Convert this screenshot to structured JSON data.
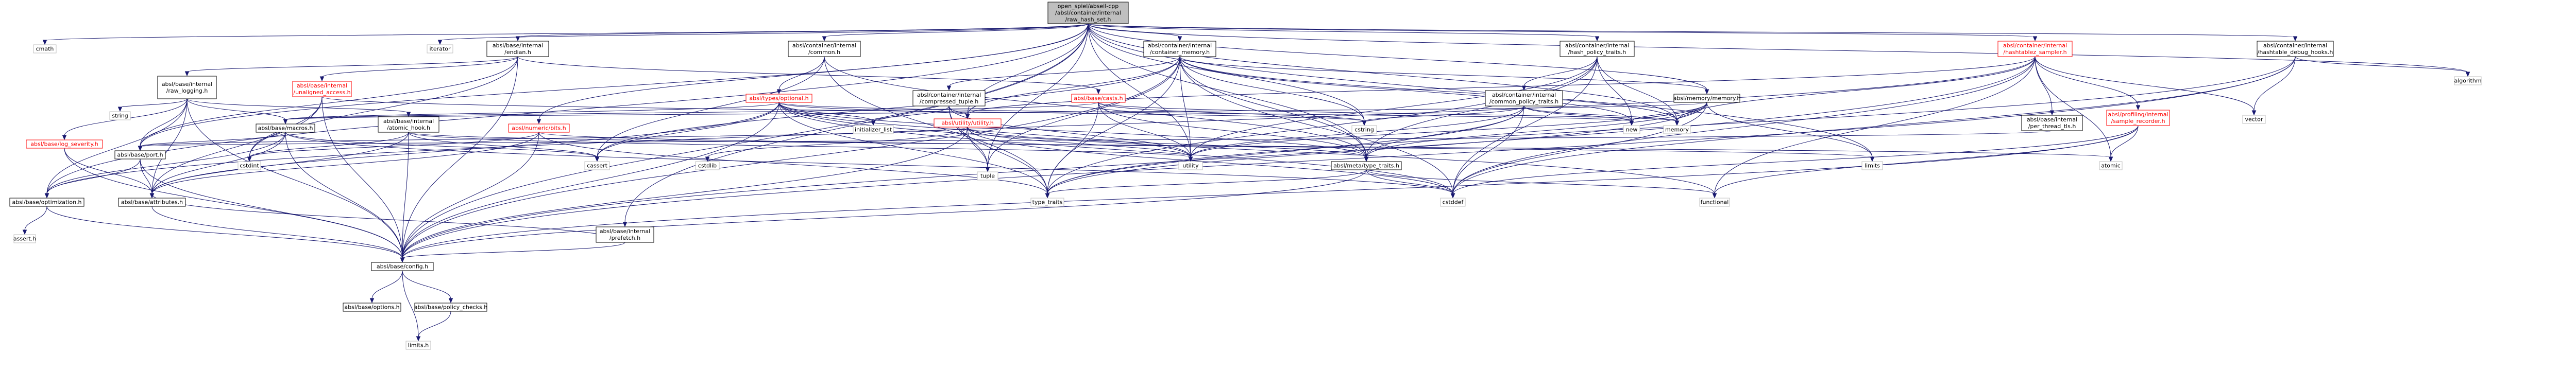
{
  "colors": {
    "edge": "#191970",
    "root_fill": "#bfbfbf",
    "box_stroke": "#000000",
    "missing_stroke": "#ff0000",
    "system_stroke": "#bfbfbf"
  },
  "nodes": [
    {
      "id": "root",
      "lines": [
        "open_spiel/abseil-cpp",
        "/absl/container/internal",
        "/raw_hash_set.h"
      ],
      "kind": "root"
    },
    {
      "id": "cmath",
      "lines": [
        "cmath"
      ],
      "kind": "system"
    },
    {
      "id": "iterator",
      "lines": [
        "iterator"
      ],
      "kind": "system"
    },
    {
      "id": "endian",
      "lines": [
        "absl/base/internal",
        "/endian.h"
      ],
      "kind": "file"
    },
    {
      "id": "container_common",
      "lines": [
        "absl/container/internal",
        "/common.h"
      ],
      "kind": "file"
    },
    {
      "id": "container_memory",
      "lines": [
        "absl/container/internal",
        "/container_memory.h"
      ],
      "kind": "file"
    },
    {
      "id": "hash_policy_traits",
      "lines": [
        "absl/container/internal",
        "/hash_policy_traits.h"
      ],
      "kind": "file"
    },
    {
      "id": "hashtablez_sampler",
      "lines": [
        "absl/container/internal",
        "/hashtablez_sampler.h"
      ],
      "kind": "missing"
    },
    {
      "id": "hashtable_debug_hooks",
      "lines": [
        "absl/container/internal",
        "/hashtable_debug_hooks.h"
      ],
      "kind": "file"
    },
    {
      "id": "algorithm",
      "lines": [
        "algorithm"
      ],
      "kind": "system"
    },
    {
      "id": "raw_logging",
      "lines": [
        "absl/base/internal",
        "/raw_logging.h"
      ],
      "kind": "file"
    },
    {
      "id": "unaligned_access",
      "lines": [
        "absl/base/internal",
        "/unaligned_access.h"
      ],
      "kind": "missing"
    },
    {
      "id": "types_optional",
      "lines": [
        "absl/types/optional.h"
      ],
      "kind": "missing"
    },
    {
      "id": "compressed_tuple",
      "lines": [
        "absl/container/internal",
        "/compressed_tuple.h"
      ],
      "kind": "file"
    },
    {
      "id": "casts",
      "lines": [
        "absl/base/casts.h"
      ],
      "kind": "missing"
    },
    {
      "id": "common_policy_traits",
      "lines": [
        "absl/container/internal",
        "/common_policy_traits.h"
      ],
      "kind": "file"
    },
    {
      "id": "memory_memory",
      "lines": [
        "absl/memory/memory.h"
      ],
      "kind": "file"
    },
    {
      "id": "per_thread_tls",
      "lines": [
        "absl/base/internal",
        "/per_thread_tls.h"
      ],
      "kind": "file"
    },
    {
      "id": "sample_recorder",
      "lines": [
        "absl/profiling/internal",
        "/sample_recorder.h"
      ],
      "kind": "missing"
    },
    {
      "id": "vector",
      "lines": [
        "vector"
      ],
      "kind": "system"
    },
    {
      "id": "string",
      "lines": [
        "string"
      ],
      "kind": "system"
    },
    {
      "id": "log_severity",
      "lines": [
        "absl/base/log_severity.h"
      ],
      "kind": "missing"
    },
    {
      "id": "macros",
      "lines": [
        "absl/base/macros.h"
      ],
      "kind": "file"
    },
    {
      "id": "atomic_hook",
      "lines": [
        "absl/base/internal",
        "/atomic_hook.h"
      ],
      "kind": "file"
    },
    {
      "id": "numeric_bits",
      "lines": [
        "absl/numeric/bits.h"
      ],
      "kind": "missing"
    },
    {
      "id": "initializer_list",
      "lines": [
        "initializer_list"
      ],
      "kind": "system"
    },
    {
      "id": "utility_utility",
      "lines": [
        "absl/utility/utility.h"
      ],
      "kind": "missing"
    },
    {
      "id": "cstring",
      "lines": [
        "cstring"
      ],
      "kind": "system"
    },
    {
      "id": "new",
      "lines": [
        "new"
      ],
      "kind": "system"
    },
    {
      "id": "memory",
      "lines": [
        "memory"
      ],
      "kind": "system"
    },
    {
      "id": "port",
      "lines": [
        "absl/base/port.h"
      ],
      "kind": "file"
    },
    {
      "id": "cstdint",
      "lines": [
        "cstdint"
      ],
      "kind": "system"
    },
    {
      "id": "cassert",
      "lines": [
        "cassert"
      ],
      "kind": "system"
    },
    {
      "id": "cstdlib",
      "lines": [
        "cstdlib"
      ],
      "kind": "system"
    },
    {
      "id": "tuple",
      "lines": [
        "tuple"
      ],
      "kind": "system"
    },
    {
      "id": "utility",
      "lines": [
        "utility"
      ],
      "kind": "system"
    },
    {
      "id": "limits",
      "lines": [
        "limits"
      ],
      "kind": "system"
    },
    {
      "id": "atomic",
      "lines": [
        "atomic"
      ],
      "kind": "system"
    },
    {
      "id": "optimization",
      "lines": [
        "absl/base/optimization.h"
      ],
      "kind": "file"
    },
    {
      "id": "attributes",
      "lines": [
        "absl/base/attributes.h"
      ],
      "kind": "file"
    },
    {
      "id": "prefetch",
      "lines": [
        "absl/base/internal",
        "/prefetch.h"
      ],
      "kind": "file"
    },
    {
      "id": "type_traits_h",
      "lines": [
        "absl/meta/type_traits.h"
      ],
      "kind": "file"
    },
    {
      "id": "type_traits",
      "lines": [
        "type_traits"
      ],
      "kind": "system"
    },
    {
      "id": "cstddef",
      "lines": [
        "cstddef"
      ],
      "kind": "system"
    },
    {
      "id": "functional",
      "lines": [
        "functional"
      ],
      "kind": "system"
    },
    {
      "id": "assert_h",
      "lines": [
        "assert.h"
      ],
      "kind": "system"
    },
    {
      "id": "config",
      "lines": [
        "absl/base/config.h"
      ],
      "kind": "file"
    },
    {
      "id": "options",
      "lines": [
        "absl/base/options.h"
      ],
      "kind": "file"
    },
    {
      "id": "policy_checks",
      "lines": [
        "absl/base/policy_checks.h"
      ],
      "kind": "file"
    },
    {
      "id": "limits_h",
      "lines": [
        "limits.h"
      ],
      "kind": "system"
    }
  ],
  "edges": [
    [
      "root",
      "cmath"
    ],
    [
      "root",
      "iterator"
    ],
    [
      "root",
      "endian"
    ],
    [
      "root",
      "container_common"
    ],
    [
      "root",
      "container_memory"
    ],
    [
      "root",
      "hash_policy_traits"
    ],
    [
      "root",
      "hashtablez_sampler"
    ],
    [
      "root",
      "hashtable_debug_hooks"
    ],
    [
      "root",
      "algorithm"
    ],
    [
      "root",
      "optimization"
    ],
    [
      "root",
      "port"
    ],
    [
      "root",
      "prefetch"
    ],
    [
      "root",
      "numeric_bits"
    ],
    [
      "root",
      "memory_memory"
    ],
    [
      "root",
      "type_traits_h"
    ],
    [
      "root",
      "utility_utility"
    ],
    [
      "root",
      "cstring"
    ],
    [
      "root",
      "memory"
    ],
    [
      "root",
      "tuple"
    ],
    [
      "root",
      "utility"
    ],
    [
      "root",
      "limits"
    ],
    [
      "root",
      "config"
    ],
    [
      "root",
      "endian"
    ],
    [
      "endian",
      "raw_logging"
    ],
    [
      "endian",
      "unaligned_access"
    ],
    [
      "endian",
      "casts"
    ],
    [
      "endian",
      "port"
    ],
    [
      "endian",
      "config"
    ],
    [
      "endian",
      "cstdint"
    ],
    [
      "raw_logging",
      "string"
    ],
    [
      "raw_logging",
      "log_severity"
    ],
    [
      "raw_logging",
      "macros"
    ],
    [
      "raw_logging",
      "atomic_hook"
    ],
    [
      "raw_logging",
      "attributes"
    ],
    [
      "raw_logging",
      "config"
    ],
    [
      "raw_logging",
      "port"
    ],
    [
      "raw_logging",
      "optimization"
    ],
    [
      "unaligned_access",
      "cstring"
    ],
    [
      "unaligned_access",
      "cstdint"
    ],
    [
      "unaligned_access",
      "attributes"
    ],
    [
      "unaligned_access",
      "config"
    ],
    [
      "log_severity",
      "attributes"
    ],
    [
      "log_severity",
      "config"
    ],
    [
      "macros",
      "cassert"
    ],
    [
      "macros",
      "cstddef"
    ],
    [
      "macros",
      "attributes"
    ],
    [
      "macros",
      "config"
    ],
    [
      "macros",
      "optimization"
    ],
    [
      "macros",
      "port"
    ],
    [
      "atomic_hook",
      "atomic"
    ],
    [
      "atomic_hook",
      "cassert"
    ],
    [
      "atomic_hook",
      "cstdint"
    ],
    [
      "atomic_hook",
      "utility"
    ],
    [
      "atomic_hook",
      "attributes"
    ],
    [
      "atomic_hook",
      "config"
    ],
    [
      "port",
      "attributes"
    ],
    [
      "port",
      "config"
    ],
    [
      "port",
      "optimization"
    ],
    [
      "optimization",
      "assert_h"
    ],
    [
      "optimization",
      "config"
    ],
    [
      "attributes",
      "config"
    ],
    [
      "config",
      "options"
    ],
    [
      "config",
      "policy_checks"
    ],
    [
      "config",
      "limits_h"
    ],
    [
      "policy_checks",
      "limits_h"
    ],
    [
      "container_common",
      "cassert"
    ],
    [
      "container_common",
      "type_traits"
    ],
    [
      "container_common",
      "type_traits_h"
    ],
    [
      "container_common",
      "types_optional"
    ],
    [
      "types_optional",
      "utility_utility"
    ],
    [
      "types_optional",
      "type_traits_h"
    ],
    [
      "types_optional",
      "attributes"
    ],
    [
      "types_optional",
      "macros"
    ],
    [
      "types_optional",
      "config"
    ],
    [
      "types_optional",
      "initializer_list"
    ],
    [
      "types_optional",
      "cassert"
    ],
    [
      "types_optional",
      "functional"
    ],
    [
      "types_optional",
      "new"
    ],
    [
      "types_optional",
      "type_traits"
    ],
    [
      "types_optional",
      "utility"
    ],
    [
      "types_optional",
      "cstddef"
    ],
    [
      "utility_utility",
      "cstddef"
    ],
    [
      "utility_utility",
      "cstdlib"
    ],
    [
      "utility_utility",
      "tuple"
    ],
    [
      "utility_utility",
      "utility"
    ],
    [
      "utility_utility",
      "config"
    ],
    [
      "utility_utility",
      "type_traits_h"
    ],
    [
      "utility_utility",
      "port"
    ],
    [
      "container_memory",
      "compressed_tuple"
    ],
    [
      "container_memory",
      "utility_utility"
    ],
    [
      "container_memory",
      "memory_memory"
    ],
    [
      "container_memory",
      "type_traits_h"
    ],
    [
      "container_memory",
      "config"
    ],
    [
      "container_memory",
      "cstring"
    ],
    [
      "container_memory",
      "cassert"
    ],
    [
      "container_memory",
      "cstddef"
    ],
    [
      "container_memory",
      "memory"
    ],
    [
      "container_memory",
      "new"
    ],
    [
      "container_memory",
      "tuple"
    ],
    [
      "container_memory",
      "type_traits"
    ],
    [
      "container_memory",
      "utility"
    ],
    [
      "compressed_tuple",
      "initializer_list"
    ],
    [
      "compressed_tuple",
      "tuple"
    ],
    [
      "compressed_tuple",
      "type_traits"
    ],
    [
      "compressed_tuple",
      "utility"
    ],
    [
      "compressed_tuple",
      "utility_utility"
    ],
    [
      "casts",
      "cstring"
    ],
    [
      "casts",
      "memory"
    ],
    [
      "casts",
      "type_traits"
    ],
    [
      "casts",
      "utility"
    ],
    [
      "casts",
      "type_traits_h"
    ],
    [
      "casts",
      "macros"
    ],
    [
      "hash_policy_traits",
      "common_policy_traits"
    ],
    [
      "hash_policy_traits",
      "cstddef"
    ],
    [
      "hash_policy_traits",
      "memory"
    ],
    [
      "hash_policy_traits",
      "new"
    ],
    [
      "hash_policy_traits",
      "type_traits"
    ],
    [
      "hash_policy_traits",
      "utility"
    ],
    [
      "hash_policy_traits",
      "type_traits_h"
    ],
    [
      "common_policy_traits",
      "cstddef"
    ],
    [
      "common_policy_traits",
      "cstring"
    ],
    [
      "common_policy_traits",
      "memory"
    ],
    [
      "common_policy_traits",
      "new"
    ],
    [
      "common_policy_traits",
      "type_traits"
    ],
    [
      "common_policy_traits",
      "utility"
    ],
    [
      "common_policy_traits",
      "type_traits_h"
    ],
    [
      "memory_memory",
      "cstddef"
    ],
    [
      "memory_memory",
      "limits"
    ],
    [
      "memory_memory",
      "memory"
    ],
    [
      "memory_memory",
      "new"
    ],
    [
      "memory_memory",
      "type_traits"
    ],
    [
      "memory_memory",
      "utility"
    ],
    [
      "memory_memory",
      "macros"
    ],
    [
      "memory_memory",
      "type_traits_h"
    ],
    [
      "numeric_bits",
      "cstdint"
    ],
    [
      "numeric_bits",
      "limits"
    ],
    [
      "numeric_bits",
      "type_traits"
    ],
    [
      "numeric_bits",
      "attributes"
    ],
    [
      "numeric_bits",
      "config"
    ],
    [
      "prefetch",
      "attributes"
    ],
    [
      "prefetch",
      "config"
    ],
    [
      "type_traits_h",
      "cstddef"
    ],
    [
      "type_traits_h",
      "functional"
    ],
    [
      "type_traits_h",
      "type_traits"
    ],
    [
      "type_traits_h",
      "config"
    ],
    [
      "hashtablez_sampler",
      "atomic"
    ],
    [
      "hashtablez_sampler",
      "cstddef"
    ],
    [
      "hashtablez_sampler",
      "functional"
    ],
    [
      "hashtablez_sampler",
      "memory"
    ],
    [
      "hashtablez_sampler",
      "vector"
    ],
    [
      "hashtablez_sampler",
      "per_thread_tls"
    ],
    [
      "hashtablez_sampler",
      "sample_recorder"
    ],
    [
      "hashtablez_sampler",
      "config"
    ],
    [
      "hashtablez_sampler",
      "optimization"
    ],
    [
      "hashtablez_sampler",
      "utility_utility"
    ],
    [
      "per_thread_tls",
      "port"
    ],
    [
      "sample_recorder",
      "atomic"
    ],
    [
      "sample_recorder",
      "cstddef"
    ],
    [
      "sample_recorder",
      "functional"
    ],
    [
      "sample_recorder",
      "config"
    ],
    [
      "hashtable_debug_hooks",
      "cstddef"
    ],
    [
      "hashtable_debug_hooks",
      "algorithm"
    ],
    [
      "hashtable_debug_hooks",
      "type_traits"
    ],
    [
      "hashtable_debug_hooks",
      "vector"
    ],
    [
      "hashtable_debug_hooks",
      "config"
    ]
  ]
}
